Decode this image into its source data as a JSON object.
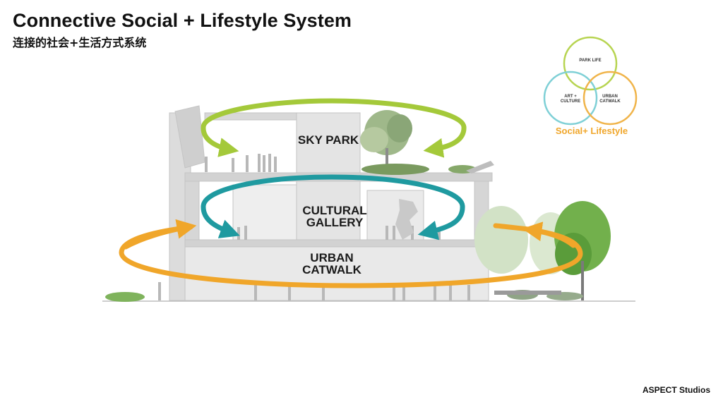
{
  "header": {
    "title": "Connective Social + Lifestyle System",
    "subtitle": "连接的社会+生活方式系统"
  },
  "zones": {
    "sky_park": [
      "SKY PARK"
    ],
    "cultural_gallery": [
      "CULTURAL",
      "GALLERY"
    ],
    "urban_catwalk": [
      "URBAN",
      "CATWALK"
    ]
  },
  "venn": {
    "park_life": [
      "PARK LIFE"
    ],
    "art_culture": [
      "ART +",
      "CULTURE"
    ],
    "urban_catwalk": [
      "URBAN",
      "CATWALK"
    ],
    "caption": "Social+ Lifestyle"
  },
  "colors": {
    "sky_park_loop": "#a4c93a",
    "gallery_loop": "#1f9aa0",
    "catwalk_loop": "#f0a62a",
    "building": "#d9d9d9",
    "venn_park": "#b7d451",
    "venn_art": "#7fd0d6",
    "venn_urban": "#f0b44a"
  },
  "credit": "ASPECT Studios"
}
